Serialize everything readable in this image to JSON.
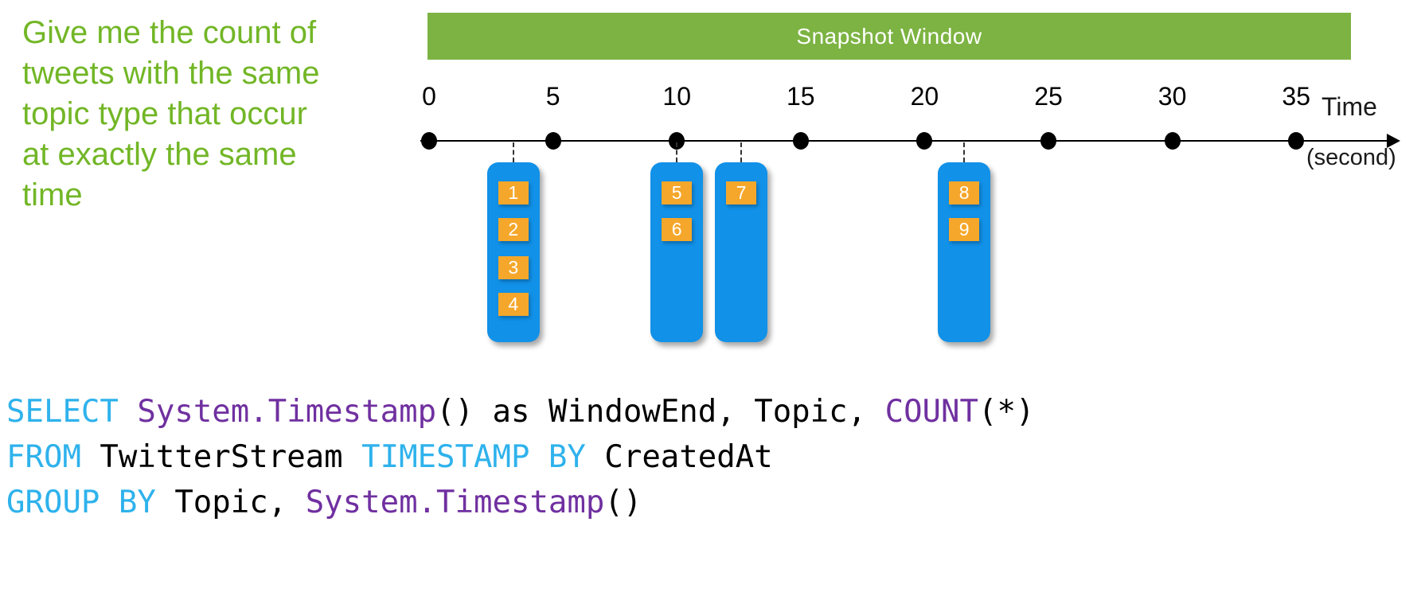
{
  "prompt": {
    "lines": [
      "Give me the count of",
      "tweets with the same",
      "topic type that occur",
      "at exactly the same",
      "time"
    ]
  },
  "banner": {
    "label": "Snapshot Window"
  },
  "timeline": {
    "ticks": [
      "0",
      "5",
      "10",
      "15",
      "20",
      "25",
      "30",
      "35"
    ],
    "tick_seconds": [
      0,
      5,
      10,
      15,
      20,
      25,
      30,
      35
    ],
    "axis_label": "Time",
    "axis_label_unit": "(second)"
  },
  "event_groups": [
    {
      "time_seconds": 3.4,
      "events": [
        "1",
        "2",
        "3",
        "4"
      ]
    },
    {
      "time_seconds": 10,
      "events": [
        "5",
        "6"
      ]
    },
    {
      "time_seconds": 12.6,
      "events": [
        "7"
      ]
    },
    {
      "time_seconds": 21.6,
      "events": [
        "8",
        "9"
      ]
    }
  ],
  "sql": {
    "lines": [
      [
        {
          "text": "SELECT",
          "style": "keyword"
        },
        {
          "text": " ",
          "style": "plain"
        },
        {
          "text": "System.Timestamp",
          "style": "function"
        },
        {
          "text": "() as WindowEnd, Topic, ",
          "style": "plain"
        },
        {
          "text": "COUNT",
          "style": "function"
        },
        {
          "text": "(*)",
          "style": "plain"
        }
      ],
      [
        {
          "text": "FROM",
          "style": "keyword"
        },
        {
          "text": " TwitterStream ",
          "style": "plain"
        },
        {
          "text": "TIMESTAMP BY",
          "style": "keyword"
        },
        {
          "text": " CreatedAt",
          "style": "plain"
        }
      ],
      [
        {
          "text": "GROUP BY",
          "style": "keyword"
        },
        {
          "text": " Topic, ",
          "style": "plain"
        },
        {
          "text": "System.Timestamp",
          "style": "function"
        },
        {
          "text": "()",
          "style": "plain"
        }
      ]
    ]
  },
  "colors": {
    "prompt_green": "#72B626",
    "banner_green": "#7CB342",
    "event_blue": "#1191E8",
    "event_orange": "#F5A72B",
    "sql_keyword": "#2EB2EC",
    "sql_function": "#7030A0",
    "sql_plain": "#000000"
  }
}
